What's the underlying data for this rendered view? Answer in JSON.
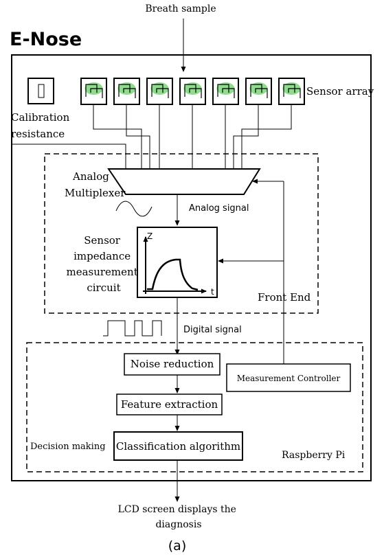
{
  "title": "E-Nose",
  "caption": "(a)",
  "input_label": "Breath sample",
  "sensor_array_label": "Sensor array",
  "calibration_label": [
    "Calibration",
    "resistance"
  ],
  "multiplexer_label": [
    "Analog",
    "Multiplexer"
  ],
  "analog_signal_label": "Analog signal",
  "impedance_label": [
    "Sensor",
    "impedance",
    "measurement",
    "circuit"
  ],
  "plot_axis_z": "Z",
  "plot_axis_t": "t",
  "front_end_label": "Front End",
  "digital_signal_label": "Digital signal",
  "noise_reduction_label": "Noise reduction",
  "feature_extraction_label": "Feature extraction",
  "classification_label": "Classification algorithm",
  "decision_making_label": "Decision making",
  "measurement_controller_label": "Measurement Controller",
  "raspberry_pi_label": "Raspberry Pi",
  "output_label": [
    "LCD screen displays the",
    "diagnosis"
  ],
  "colors": {
    "stroke": "#000000",
    "sensor_fill": "#8fdc8f",
    "background": "#ffffff"
  }
}
